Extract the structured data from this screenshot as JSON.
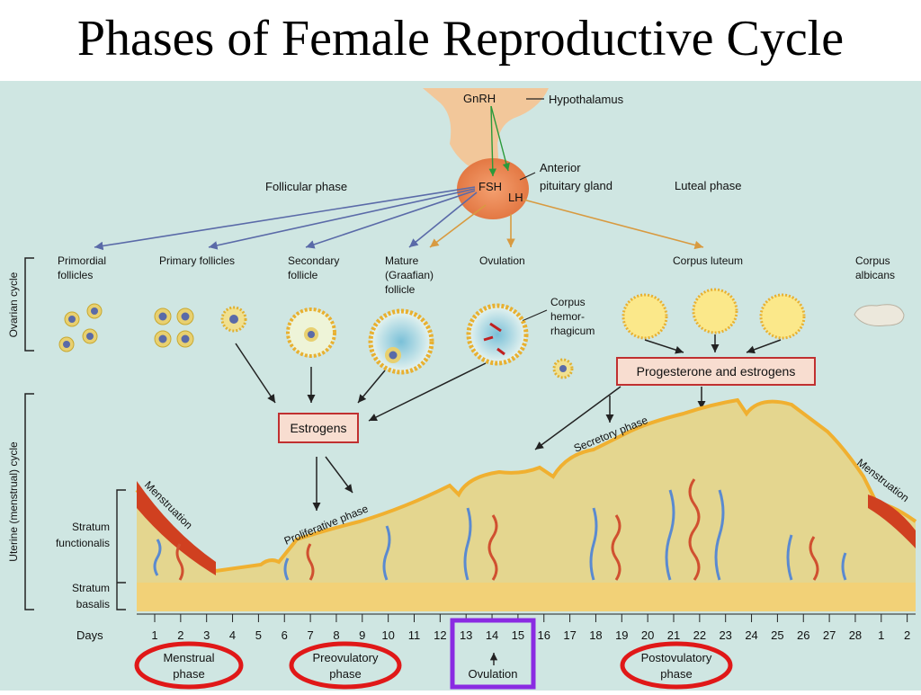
{
  "title": "Phases of Female Reproductive Cycle",
  "hormones": {
    "gnrh": "GnRH",
    "hypothalamus": "Hypothalamus",
    "fsh": "FSH",
    "lh": "LH",
    "pituitary_line1": "Anterior",
    "pituitary_line2": "pituitary gland"
  },
  "phases_top": {
    "follicular": "Follicular phase",
    "luteal": "Luteal phase"
  },
  "ovarian_labels": {
    "primordial_1": "Primordial",
    "primordial_2": "follicles",
    "primary": "Primary follicles",
    "secondary_1": "Secondary",
    "secondary_2": "follicle",
    "mature_1": "Mature",
    "mature_2": "(Graafian)",
    "mature_3": "follicle",
    "ovulation": "Ovulation",
    "corpus_hem_1": "Corpus",
    "corpus_hem_2": "hemor-",
    "corpus_hem_3": "rhagicum",
    "corpus_luteum": "Corpus luteum",
    "corpus_albicans_1": "Corpus",
    "corpus_albicans_2": "albicans"
  },
  "side_labels": {
    "ovarian_cycle": "Ovarian cycle",
    "uterine_cycle": "Uterine (menstrual) cycle"
  },
  "boxes": {
    "estrogens": "Estrogens",
    "progesterone": "Progesterone and estrogens"
  },
  "uterine_labels": {
    "menstruation_left": "Menstruation",
    "menstruation_right": "Menstruation",
    "proliferative": "Proliferative phase",
    "secretory": "Secretory phase",
    "functionalis_1": "Stratum",
    "functionalis_2": "functionalis",
    "basalis_1": "Stratum",
    "basalis_2": "basalis"
  },
  "days_label": "Days",
  "days": [
    "1",
    "2",
    "3",
    "4",
    "5",
    "6",
    "7",
    "8",
    "9",
    "10",
    "11",
    "12",
    "13",
    "14",
    "15",
    "16",
    "17",
    "18",
    "19",
    "20",
    "21",
    "22",
    "23",
    "24",
    "25",
    "26",
    "27",
    "28",
    "1",
    "2"
  ],
  "bottom_phases": {
    "menstrual_1": "Menstrual",
    "menstrual_2": "phase",
    "preovulatory_1": "Preovulatory",
    "preovulatory_2": "phase",
    "ovulation": "Ovulation",
    "postovulatory_1": "Postovulatory",
    "postovulatory_2": "phase"
  },
  "colors": {
    "background": "#cfe6e2",
    "highlight_red": "#e01818",
    "highlight_purple": "#8a2be2",
    "endometrium": "#f5c84a",
    "blue_arrow": "#5a6aa8",
    "orange_arrow": "#d89a40"
  }
}
